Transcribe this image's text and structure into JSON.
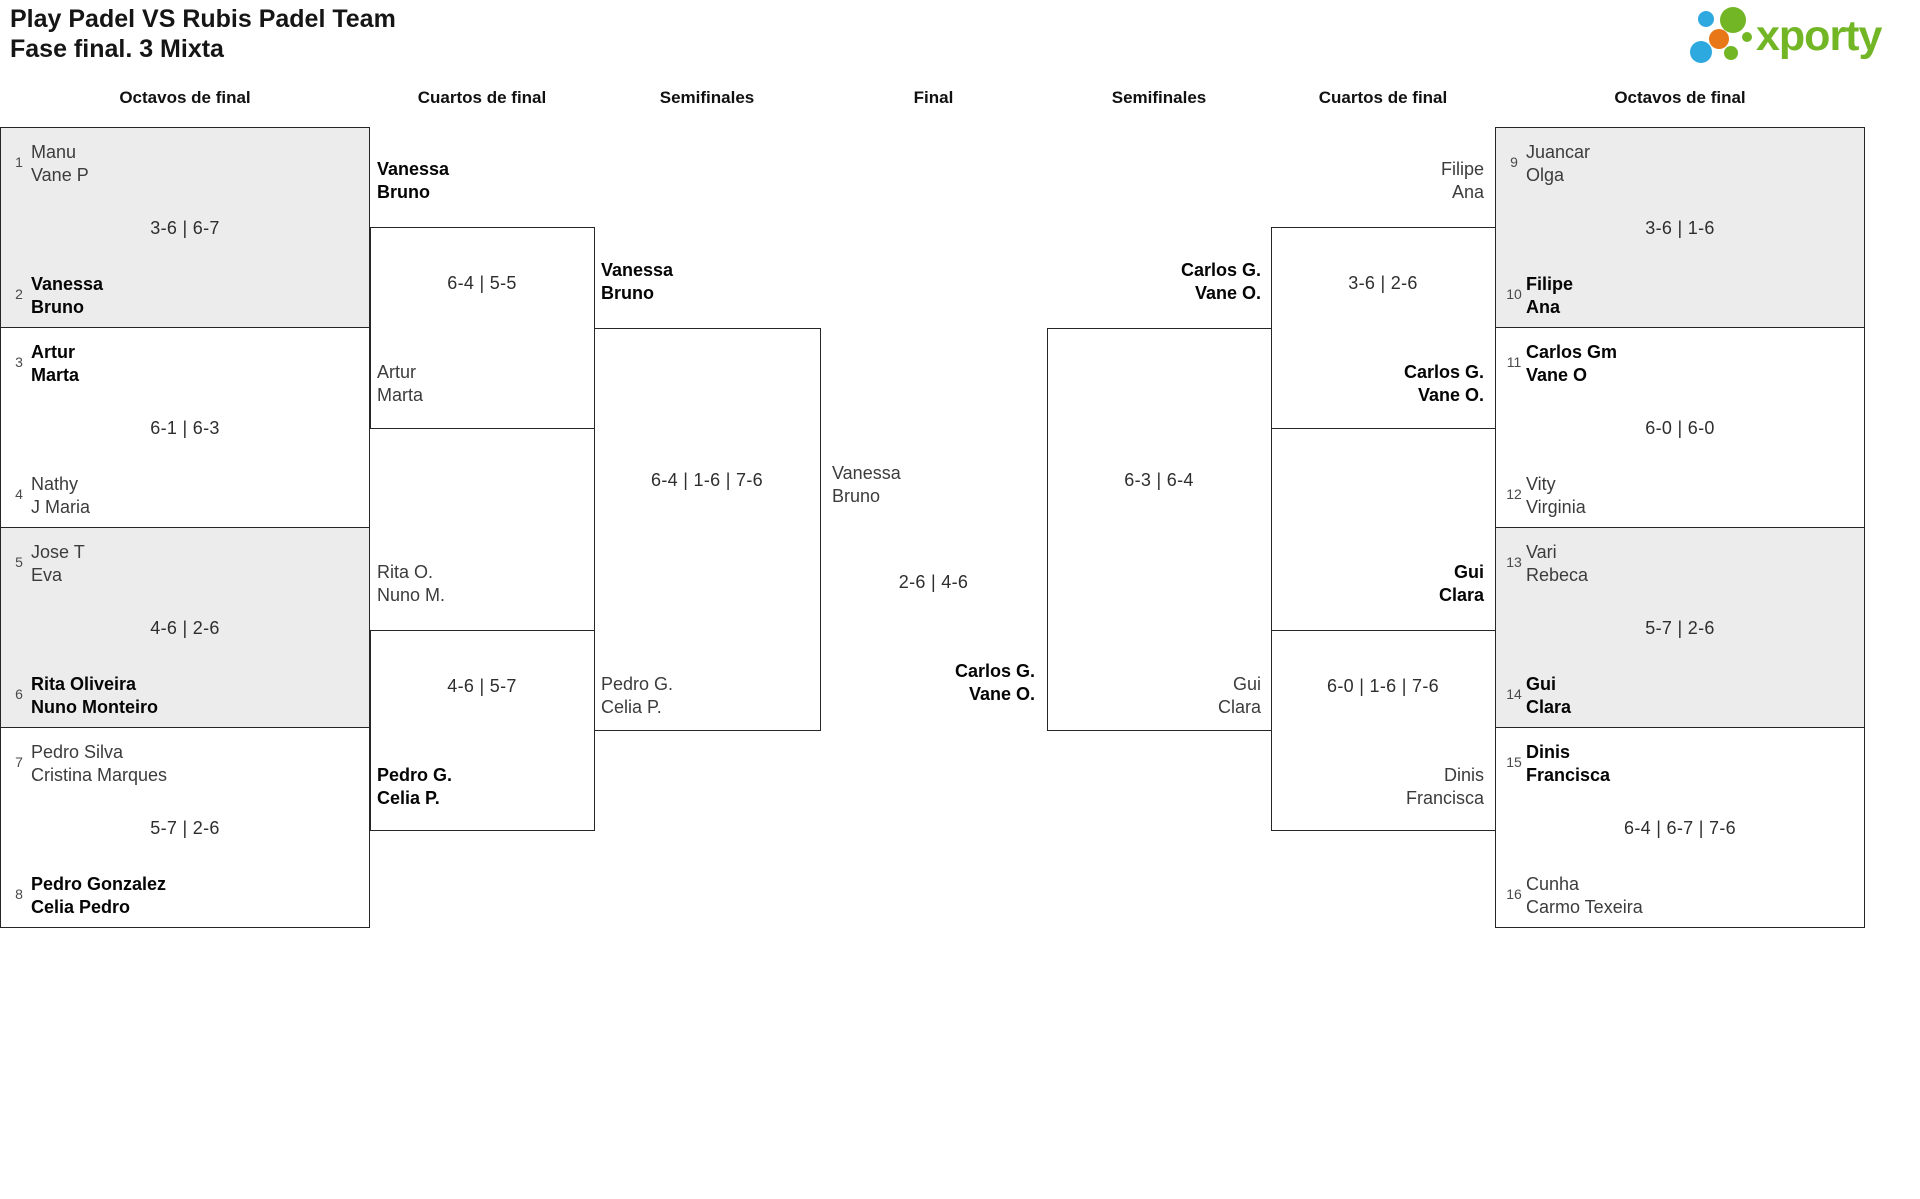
{
  "page": {
    "title_line1": "Play Padel VS Rubis Padel Team",
    "title_line2": "Fase final. 3 Mixta"
  },
  "logo": {
    "text": "xporty",
    "green": "#72b626",
    "blue": "#2ea9e0",
    "orange": "#e87817"
  },
  "round_headers": {
    "r1": "Octavos de final",
    "r2": "Cuartos de final",
    "r3": "Semifinales",
    "r4": "Final",
    "r5": "Semifinales",
    "r6": "Cuartos de final",
    "r7": "Octavos de final"
  },
  "octavos_left": [
    {
      "seed_a": "1",
      "team_a": {
        "lines": [
          "Manu",
          "Vane P"
        ],
        "winner": false
      },
      "score": "3-6 | 6-7",
      "seed_b": "2",
      "team_b": {
        "lines": [
          "Vanessa",
          "Bruno"
        ],
        "winner": true
      }
    },
    {
      "seed_a": "3",
      "team_a": {
        "lines": [
          "Artur",
          "Marta"
        ],
        "winner": true
      },
      "score": "6-1 | 6-3",
      "seed_b": "4",
      "team_b": {
        "lines": [
          "Nathy",
          "J Maria"
        ],
        "winner": false
      }
    },
    {
      "seed_a": "5",
      "team_a": {
        "lines": [
          "Jose T",
          "Eva"
        ],
        "winner": false
      },
      "score": "4-6 | 2-6",
      "seed_b": "6",
      "team_b": {
        "lines": [
          "Rita Oliveira",
          "Nuno Monteiro"
        ],
        "winner": true
      }
    },
    {
      "seed_a": "7",
      "team_a": {
        "lines": [
          "Pedro Silva",
          "Cristina Marques"
        ],
        "winner": false
      },
      "score": "5-7 | 2-6",
      "seed_b": "8",
      "team_b": {
        "lines": [
          "Pedro Gonzalez",
          "Celia Pedro"
        ],
        "winner": true
      }
    }
  ],
  "octavos_right": [
    {
      "seed_a": "9",
      "team_a": {
        "lines": [
          "Juancar",
          "Olga"
        ],
        "winner": false
      },
      "score": "3-6 | 1-6",
      "seed_b": "10",
      "team_b": {
        "lines": [
          "Filipe",
          "Ana"
        ],
        "winner": true
      }
    },
    {
      "seed_a": "11",
      "team_a": {
        "lines": [
          "Carlos Gm",
          "Vane O"
        ],
        "winner": true
      },
      "score": "6-0 | 6-0",
      "seed_b": "12",
      "team_b": {
        "lines": [
          "Vity",
          "Virginia"
        ],
        "winner": false
      }
    },
    {
      "seed_a": "13",
      "team_a": {
        "lines": [
          "Vari",
          "Rebeca"
        ],
        "winner": false
      },
      "score": "5-7 | 2-6",
      "seed_b": "14",
      "team_b": {
        "lines": [
          "Gui",
          "Clara"
        ],
        "winner": true
      }
    },
    {
      "seed_a": "15",
      "team_a": {
        "lines": [
          "Dinis",
          "Francisca"
        ],
        "winner": true
      },
      "score": "6-4 | 6-7 | 7-6",
      "seed_b": "16",
      "team_b": {
        "lines": [
          "Cunha",
          "Carmo Texeira"
        ],
        "winner": false
      }
    }
  ],
  "cuartos_left": [
    {
      "team_a": {
        "lines": [
          "Vanessa",
          "Bruno"
        ],
        "winner": true
      },
      "score": "6-4 | 5-5",
      "team_b": {
        "lines": [
          "Artur",
          "Marta"
        ],
        "winner": false
      }
    },
    {
      "team_a": {
        "lines": [
          "Rita O.",
          "Nuno M."
        ],
        "winner": false
      },
      "score": "4-6 | 5-7",
      "team_b": {
        "lines": [
          "Pedro G.",
          "Celia P."
        ],
        "winner": true
      }
    }
  ],
  "cuartos_right": [
    {
      "team_a": {
        "lines": [
          "Filipe",
          "Ana"
        ],
        "winner": false
      },
      "score": "3-6 | 2-6",
      "team_b": {
        "lines": [
          "Carlos G.",
          "Vane O."
        ],
        "winner": true
      }
    },
    {
      "team_a": {
        "lines": [
          "Gui",
          "Clara"
        ],
        "winner": true
      },
      "score": "6-0 | 1-6 | 7-6",
      "team_b": {
        "lines": [
          "Dinis",
          "Francisca"
        ],
        "winner": false
      }
    }
  ],
  "semi_left": {
    "team_a": {
      "lines": [
        "Vanessa",
        "Bruno"
      ],
      "winner": true
    },
    "score": "6-4 | 1-6 | 7-6",
    "team_b": {
      "lines": [
        "Pedro G.",
        "Celia P."
      ],
      "winner": false
    }
  },
  "semi_right": {
    "team_a": {
      "lines": [
        "Carlos G.",
        "Vane O."
      ],
      "winner": true
    },
    "score": "6-3 | 6-4",
    "team_b": {
      "lines": [
        "Gui",
        "Clara"
      ],
      "winner": false
    }
  },
  "final": {
    "team_a": {
      "lines": [
        "Vanessa",
        "Bruno"
      ],
      "winner": false
    },
    "score": "2-6 | 4-6",
    "team_b": {
      "lines": [
        "Carlos G.",
        "Vane O."
      ],
      "winner": true
    }
  }
}
